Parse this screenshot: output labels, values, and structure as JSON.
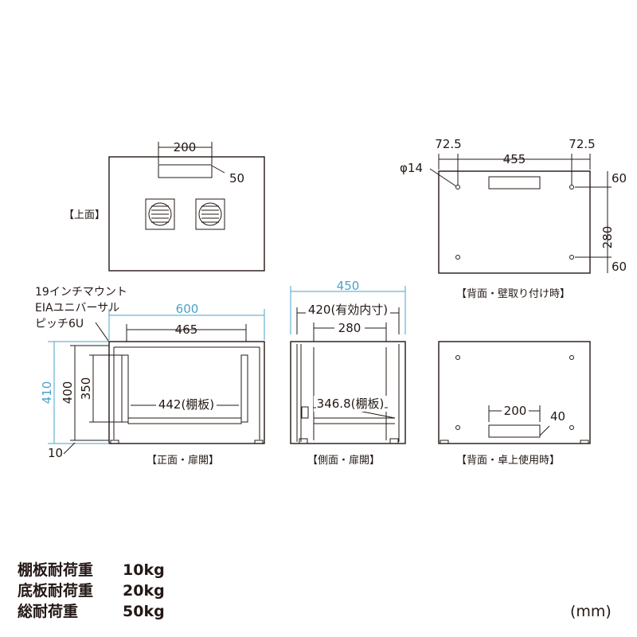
{
  "views": {
    "top": {
      "caption": "【上面】",
      "dim_width": "200",
      "dim_depth": "50"
    },
    "rear_wall": {
      "caption": "【背面・壁取り付け時】",
      "dim_hole": "φ14",
      "dim_left": "72.5",
      "dim_mid": "455",
      "dim_right": "72.5",
      "dim_top": "60",
      "dim_vertical": "280",
      "dim_bottom": "60"
    },
    "front": {
      "caption": "【正面・扉開】",
      "note_line1": "19インチマウント",
      "note_line2": "EIAユニバーサル",
      "note_line3": "ピッチ6U",
      "dim_outer_width": "600",
      "dim_inner_width": "465",
      "dim_shelf": "442(棚板)",
      "dim_height_total": "410",
      "dim_height_body": "400",
      "dim_height_inner": "350",
      "dim_foot": "10"
    },
    "side": {
      "caption": "【側面・扉開】",
      "dim_depth_total": "450",
      "dim_depth_effective": "420(有効内寸)",
      "dim_depth_inner": "280",
      "dim_shelf": "346.8(棚板)"
    },
    "rear_desk": {
      "caption": "【背面・卓上使用時】",
      "dim_width": "200",
      "dim_height": "40"
    }
  },
  "specs": [
    {
      "label": "棚板耐荷重",
      "value": "10kg"
    },
    {
      "label": "底板耐荷重",
      "value": "20kg"
    },
    {
      "label": "総耐荷重",
      "value": "50kg"
    }
  ],
  "unit_note": "(mm)",
  "colors": {
    "line": "#231815",
    "accent": "#4aa3c9"
  }
}
